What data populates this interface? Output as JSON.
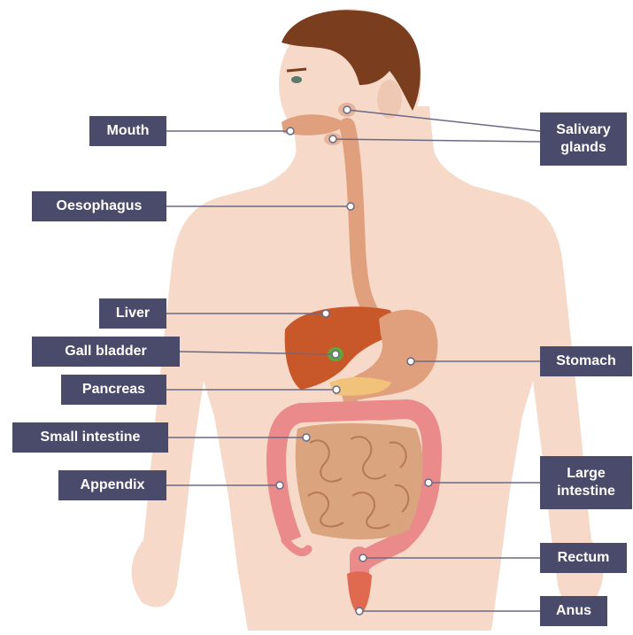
{
  "labels": {
    "mouth": "Mouth",
    "salivary_glands": "Salivary\nglands",
    "oesophagus": "Oesophagus",
    "liver": "Liver",
    "gall_bladder": "Gall bladder",
    "pancreas": "Pancreas",
    "stomach": "Stomach",
    "small_intestine": "Small intestine",
    "appendix": "Appendix",
    "large_intestine": "Large\nintestine",
    "rectum": "Rectum",
    "anus": "Anus"
  },
  "colors": {
    "label_bg": "#4a4a6a",
    "label_text": "#ffffff",
    "skin": "#f6d9c8",
    "hair": "#7a3d1e",
    "digestive_tract": "#e0a07e",
    "liver": "#c8582a",
    "pancreas": "#f0c27a",
    "small_intestine": "#d9a47e",
    "large_intestine": "#ea8a8a",
    "leader_line": "#6a6a86"
  }
}
